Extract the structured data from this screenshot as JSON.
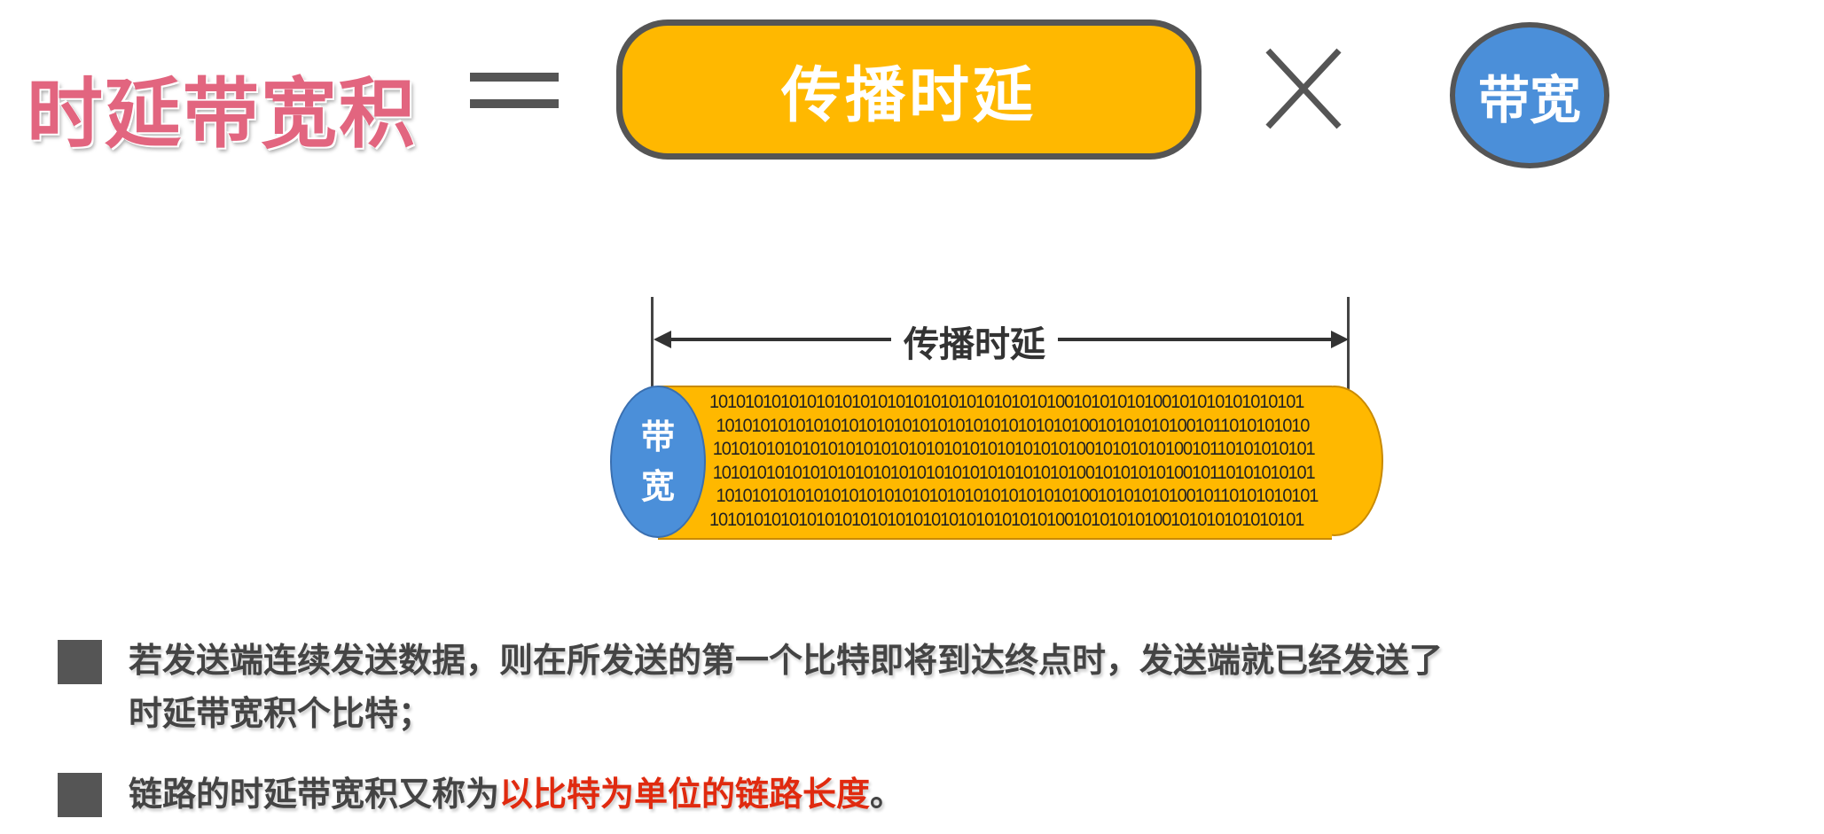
{
  "formula": {
    "lhs": "时延带宽积",
    "propagation_delay": "传播时延",
    "bandwidth": "带宽"
  },
  "diagram": {
    "span_label": "传播时延",
    "bandwidth_label_1": "带",
    "bandwidth_label_2": "宽",
    "bit_rows": [
      "1010101010101010101010101010101010101010010101010100101010101010101",
      "1010101010101010101010101010101010101010100101010101001011010101010",
      "10101010101010101010101010101010101010101001010101010010110101010101",
      "10101010101010101010101010101010101010101001010101010010110101010101",
      "10101010101010101010101010101010101010101001010101010010110101010101",
      "1010101010101010101010101010101010101010010101010100101010101010101"
    ]
  },
  "bullets": [
    {
      "line1": "若发送端连续发送数据，则在所发送的第一个比特即将到达终点时，发送端就已经发送了",
      "line2": "时延带宽积个比特；"
    },
    {
      "text": "链路的时延带宽积又称为",
      "highlight": "以比特为单位的链路长度",
      "end": "。"
    }
  ],
  "colors": {
    "title": "#e2657f",
    "pill": "#ffb800",
    "bandwidth": "#4b8fd9",
    "highlight": "#e02a0f"
  }
}
